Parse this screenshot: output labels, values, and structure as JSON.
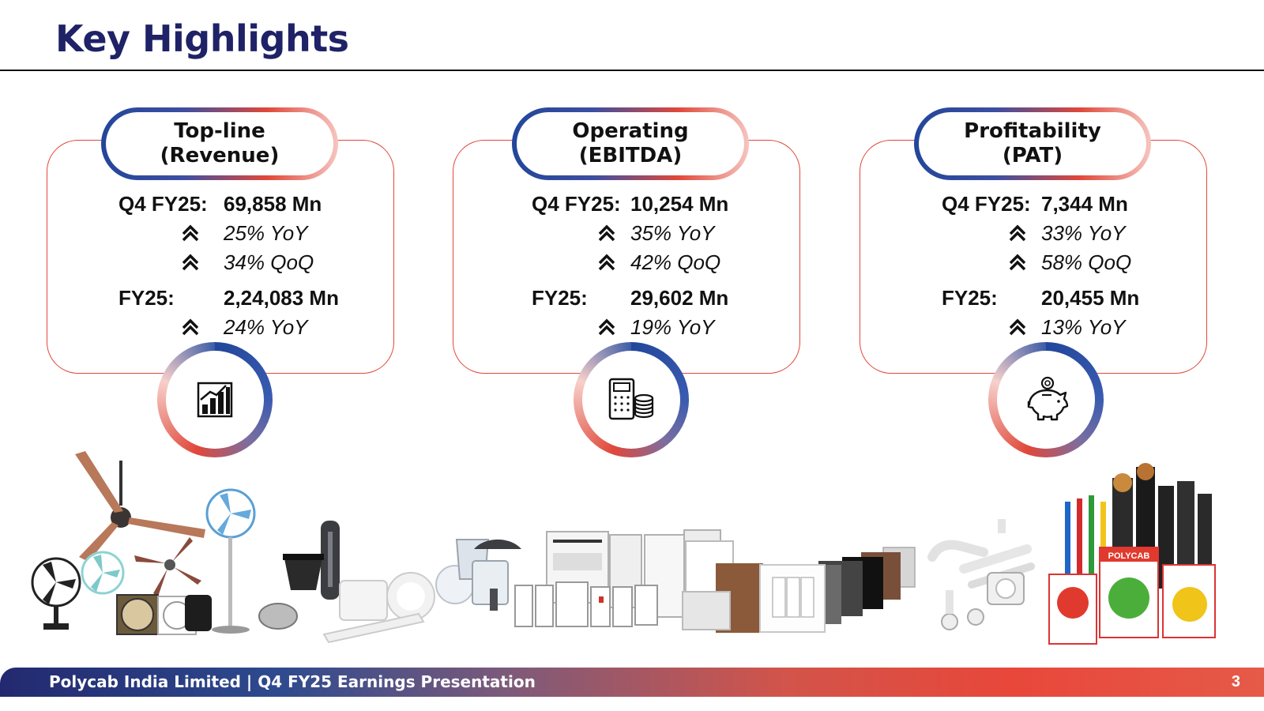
{
  "page": {
    "title": "Key Highlights"
  },
  "cards": [
    {
      "heading": [
        "Top-line",
        "(Revenue)"
      ],
      "q4_label": "Q4 FY25:",
      "q4_value": "69,858 Mn",
      "q4_yoy": "25% YoY",
      "q4_qoq": "34% QoQ",
      "fy_label": "FY25:",
      "fy_value": "2,24,083 Mn",
      "fy_yoy": "24% YoY",
      "icon": "bar-chart-growth-icon"
    },
    {
      "heading": [
        "Operating",
        "(EBITDA)"
      ],
      "q4_label": "Q4 FY25:",
      "q4_value": "10,254 Mn",
      "q4_yoy": "35% YoY",
      "q4_qoq": "42% QoQ",
      "fy_label": "FY25:",
      "fy_value": "29,602 Mn",
      "fy_yoy": "19% YoY",
      "icon": "calculator-coins-icon"
    },
    {
      "heading": [
        "Profitability",
        "(PAT)"
      ],
      "q4_label": "Q4 FY25:",
      "q4_value": "7,344 Mn",
      "q4_yoy": "33% YoY",
      "q4_qoq": "58% QoQ",
      "fy_label": "FY25:",
      "fy_value": "20,455 Mn",
      "fy_yoy": "13% YoY",
      "icon": "piggy-bank-icon"
    }
  ],
  "products_image": {
    "brand_label": "POLYCAB",
    "items": [
      "fans-icon",
      "lighting-icon",
      "switchgear-icon",
      "switches-icon",
      "conduits-icon",
      "cables-icon"
    ]
  },
  "footer": {
    "text": "Polycab India Limited | Q4 FY25 Earnings Presentation",
    "page_number": "3"
  },
  "colors": {
    "title": "#1f2266",
    "accent_red": "#e0483a",
    "accent_blue": "#22469b"
  }
}
